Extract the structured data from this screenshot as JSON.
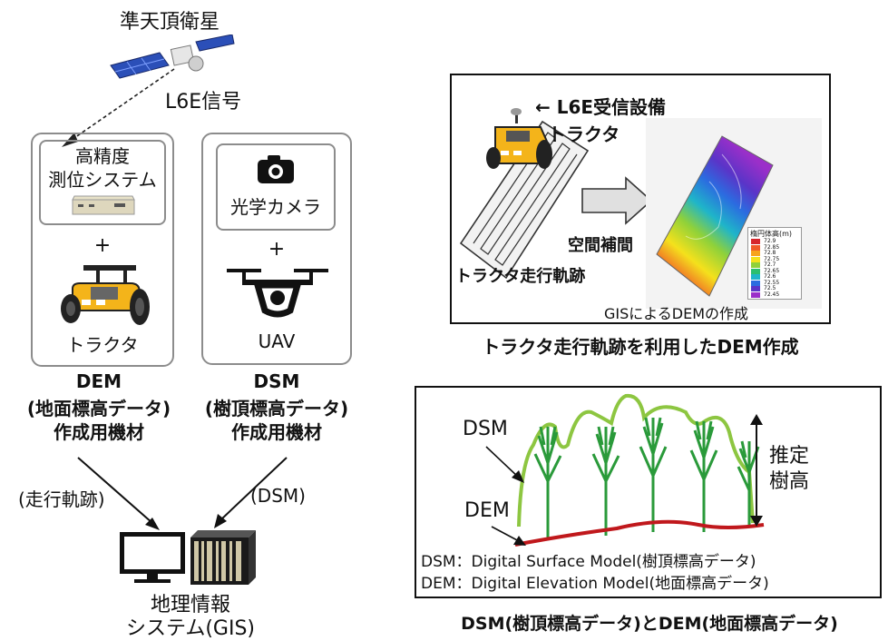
{
  "satellite": {
    "label": "準天頂衛星",
    "signal": "L6E信号"
  },
  "dem_kit": {
    "positioning": [
      "高精度",
      "測位システム"
    ],
    "plus": "+",
    "tractor": "トラクタ",
    "caption": [
      "DEM",
      "(地面標高データ)",
      "作成用機材"
    ]
  },
  "dsm_kit": {
    "camera": "光学カメラ",
    "plus": "+",
    "uav": "UAV",
    "caption": [
      "DSM",
      "(樹頂標高データ)",
      "作成用機材"
    ]
  },
  "flows": {
    "left": "(走行軌跡)",
    "right": "(DSM)"
  },
  "gis": [
    "地理情報",
    "システム(GIS)"
  ],
  "dem_panel": {
    "receiver": "← L6E受信設備",
    "tractor": "トラクタ",
    "interp": "空間補間",
    "track": "トラクタ走行軌跡",
    "gis_dem": "GISによるDEMの作成",
    "legend_title": "楕円体高(m)",
    "legend_values": [
      "72.9",
      "72.85",
      "72.8",
      "72.75",
      "72.7",
      "72.65",
      "72.6",
      "72.55",
      "72.5",
      "72.45"
    ],
    "legend_colors": [
      "#d6262c",
      "#f05a28",
      "#f7a31c",
      "#f4e11c",
      "#8fd13a",
      "#2bbf6e",
      "#1fb5c9",
      "#2b6ce0",
      "#5a34c8",
      "#9b2fc9"
    ],
    "caption": "トラクタ走行軌跡を利用したDEM作成"
  },
  "dsm_panel": {
    "dsm": "DSM",
    "dem": "DEM",
    "height": [
      "推定",
      "樹高"
    ],
    "def1": "DSM：Digital Surface Model(樹頂標高データ)",
    "def2": "DEM：Digital Elevation Model(地面標高データ)",
    "caption": "DSM(樹頂標高データ)とDEM(地面標高データ)"
  }
}
